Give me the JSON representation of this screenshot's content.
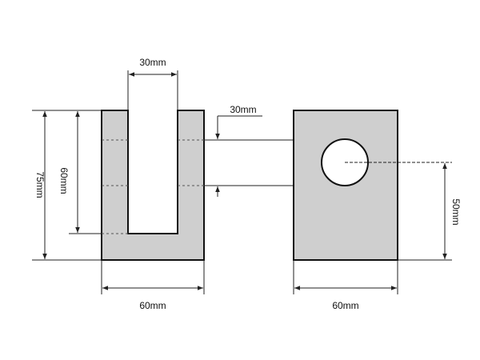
{
  "colors": {
    "part_fill": "#cfcfcf",
    "outline": "#111111",
    "dim_line": "#222222",
    "hidden_line": "#555555",
    "hole_fill": "#ffffff"
  },
  "labels": {
    "slot_width": "30mm",
    "hole_diameter": "30mm",
    "total_height": "75mm",
    "slot_depth": "60mm",
    "front_width": "60mm",
    "side_width": "60mm",
    "hole_height": "50mm"
  }
}
